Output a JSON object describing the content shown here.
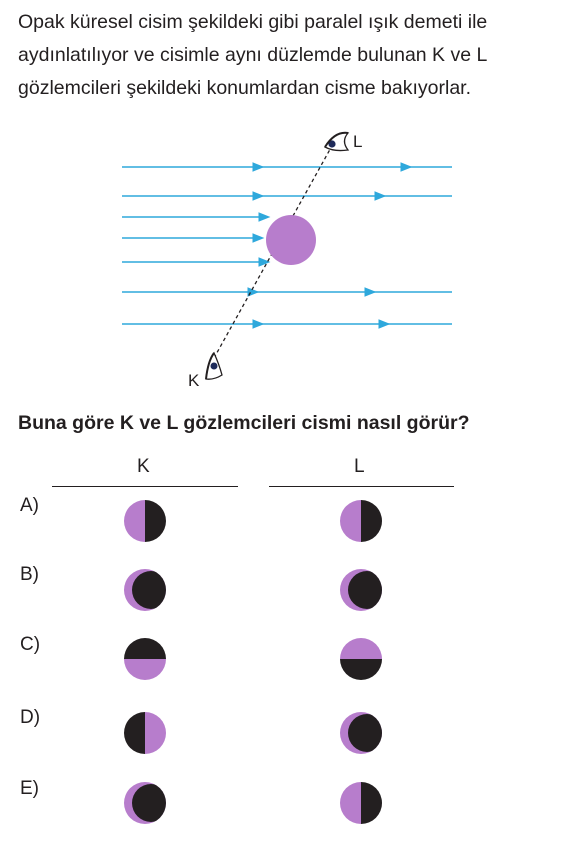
{
  "intro_text": "Opak küresel cisim şekildeki gibi paralel ışık demeti ile aydınlatılıyor ve cisimle aynı düzlemde bulunan K ve L gözlemcileri şekildeki konumlardan cisme bakıyorlar.",
  "figure": {
    "observer_k_label": "K",
    "observer_l_label": "L",
    "ray_color": "#2ea8dc",
    "sphere_color": "#b77dcc"
  },
  "question_text": "Buna göre K ve L gözlemcileri cismi nasıl görür?",
  "columns": {
    "k_header": "K",
    "l_header": "L"
  },
  "colors": {
    "lit": "#b77dcc",
    "dark": "#231f20"
  },
  "options": [
    {
      "label": "A)",
      "k_phase": "left half lit",
      "l_phase": "left half lit"
    },
    {
      "label": "B)",
      "k_phase": "left crescent lit",
      "l_phase": "left crescent lit"
    },
    {
      "label": "C)",
      "k_phase": "bottom half lit",
      "l_phase": "top half lit"
    },
    {
      "label": "D)",
      "k_phase": "right half lit",
      "l_phase": "left crescent lit"
    },
    {
      "label": "E)",
      "k_phase": "left crescent lit",
      "l_phase": "left half lit"
    }
  ]
}
